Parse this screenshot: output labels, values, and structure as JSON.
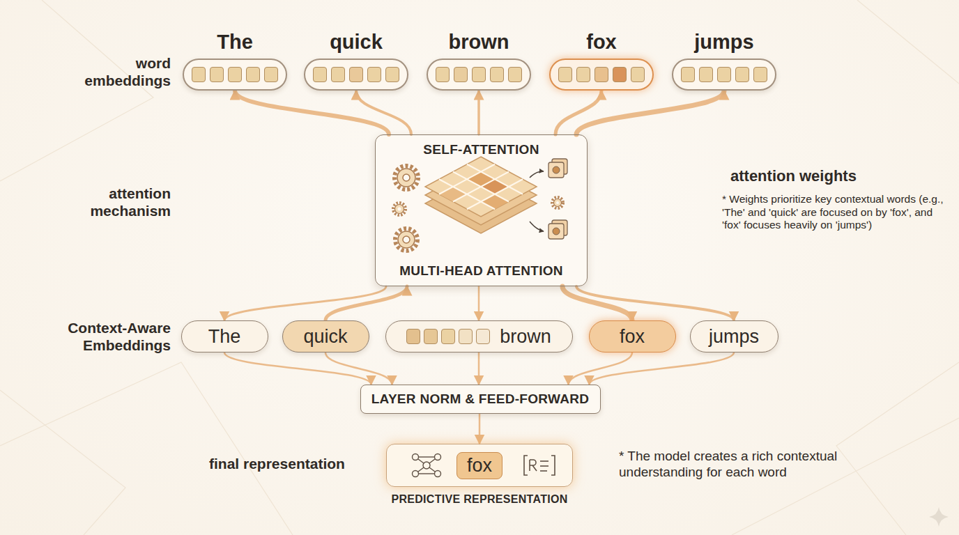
{
  "diagram": {
    "nodes": [
      {
        "text": [
          "The"
        ]
      },
      {
        "text": [
          "quick"
        ]
      },
      {
        "text": [
          "brown"
        ]
      },
      {
        "text": [
          "fox"
        ]
      },
      {
        "text": [
          "jumps"
        ]
      },
      {
        "text": [
          "SELF-ATTENTION",
          "MULTI-HEAD ATTENTION"
        ]
      },
      {
        "text": [
          "The"
        ]
      },
      {
        "text": [
          "quick"
        ]
      },
      {
        "text": [
          "brown"
        ]
      },
      {
        "text": [
          "fox"
        ]
      },
      {
        "text": [
          "jumps"
        ]
      },
      {
        "text": [
          "LAYER NORM & FEED-FORWARD"
        ]
      },
      {
        "text": [
          "fox",
          "PREDICTIVE REPRESENTATION"
        ]
      }
    ],
    "edges": [
      {
        "from": 5,
        "to": 0,
        "arrow": "to"
      },
      {
        "from": 5,
        "to": 1,
        "arrow": "to"
      },
      {
        "from": 5,
        "to": 2,
        "arrow": "to"
      },
      {
        "from": 5,
        "to": 3,
        "arrow": "to"
      },
      {
        "from": 5,
        "to": 4,
        "arrow": "to"
      },
      {
        "from": 5,
        "to": 6,
        "arrow": "to"
      },
      {
        "from": 7,
        "to": 5,
        "arrow": "to"
      },
      {
        "from": 5,
        "to": 8,
        "arrow": "to"
      },
      {
        "from": 5,
        "to": 9,
        "arrow": "to"
      },
      {
        "from": 5,
        "to": 10,
        "arrow": "to"
      },
      {
        "from": 8,
        "to": 11,
        "arrow": "to"
      },
      {
        "from": 6,
        "to": 11,
        "arrow": "to"
      },
      {
        "from": 7,
        "to": 11,
        "arrow": "to"
      },
      {
        "from": 9,
        "to": 11,
        "arrow": "to"
      },
      {
        "from": 10,
        "to": 11,
        "arrow": "to"
      },
      {
        "from": 11,
        "to": 12,
        "arrow": "to"
      }
    ],
    "labels": [
      "word embeddings",
      "attention mechanism",
      "Context-Aware Embeddings",
      "final representation",
      "attention weights",
      "* Weights prioritize key contextual words (e.g., 'The' and 'quick' are focused on by 'fox', and 'fox' focuses heavily on 'jumps')",
      "* The model creates a rich contextual understanding for each word"
    ]
  }
}
